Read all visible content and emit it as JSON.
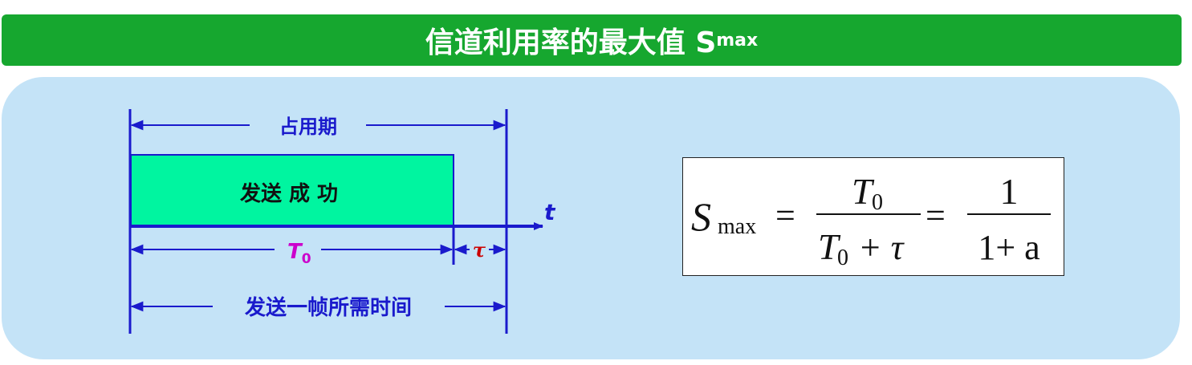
{
  "title": {
    "main": "信道利用率的最大值 S",
    "subscript": "max"
  },
  "diagram": {
    "occupation_label": "占用期",
    "success_label": "发送 成 功",
    "t0_label": "T",
    "t0_sub": "0",
    "tau_label": "τ",
    "time_axis_label": "t",
    "frame_time_label": "发送一帧所需时间"
  },
  "formula": {
    "lhs": "S",
    "lhs_sub": "max",
    "eq": "=",
    "num1": "T",
    "num1_sub": "0",
    "den1_t": "T",
    "den1_sub": "0",
    "den1_rest": "+ τ",
    "eq2": "=",
    "num2": "1",
    "den2": "1+ a"
  },
  "colors": {
    "title_bg": "#16a72f",
    "panel_bg": "#c4e3f7",
    "success_fill": "#00f5a0",
    "line": "#1a1acc",
    "t0_color": "#cc00cc",
    "tau_color": "#cc0000"
  }
}
